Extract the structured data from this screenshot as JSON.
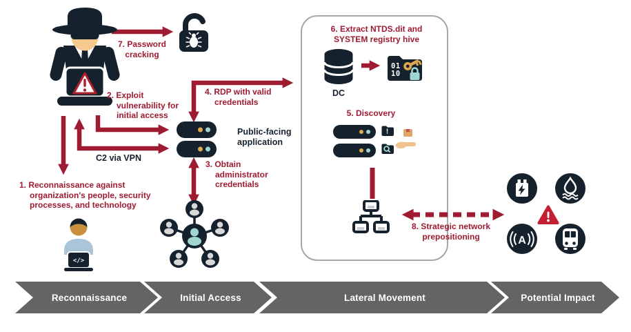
{
  "palette": {
    "accent_red": "#9e1b32",
    "icon_navy": "#16212e",
    "banner_gray": "#646464",
    "teal": "#9fd6d0",
    "gold": "#e2aa4e",
    "alert_red": "#c41e33"
  },
  "steps": {
    "s1": "1. Reconnaissance against organization's people, security processes, and technology",
    "s2": "2. Exploit vulnerability for initial access",
    "s3": "3. Obtain administrator credentials",
    "s4": "4. RDP with valid credentials",
    "s5": "5. Discovery",
    "s6": "6. Extract NTDS.dit and SYSTEM registry hive",
    "s7": "7. Password cracking",
    "s8": "8. Strategic network prepositioning"
  },
  "labels": {
    "c2_channel": "C2 via VPN",
    "public_facing": "Public-facing application",
    "dc": "DC",
    "binary_line1": "01",
    "binary_line2": "10",
    "code_glyph": "</>"
  },
  "stages": [
    {
      "label": "Reconnaissance"
    },
    {
      "label": "Initial Access"
    },
    {
      "label": "Lateral Movement"
    },
    {
      "label": "Potential Impact"
    }
  ],
  "icons": {
    "hacker": "attacker-with-hat-at-laptop",
    "unlocked_padlock_bug": "open-padlock-with-bug",
    "server_stack": "two-server-pills",
    "people_network": "social-network-of-people",
    "developer": "person-coding-on-laptop",
    "database_dc": "domain-controller-database",
    "binary_folder": "folder-with-binary-key-lock",
    "folder_alert": "folder-with-exclamation",
    "folder_search": "folder-with-magnifier",
    "hand_box": "hand-offering-package",
    "network_topology": "lan-topology",
    "power": "electric-transformer",
    "water": "water-utility",
    "communications": "radio-antenna",
    "transport": "train",
    "warning": "hazard-triangle"
  }
}
